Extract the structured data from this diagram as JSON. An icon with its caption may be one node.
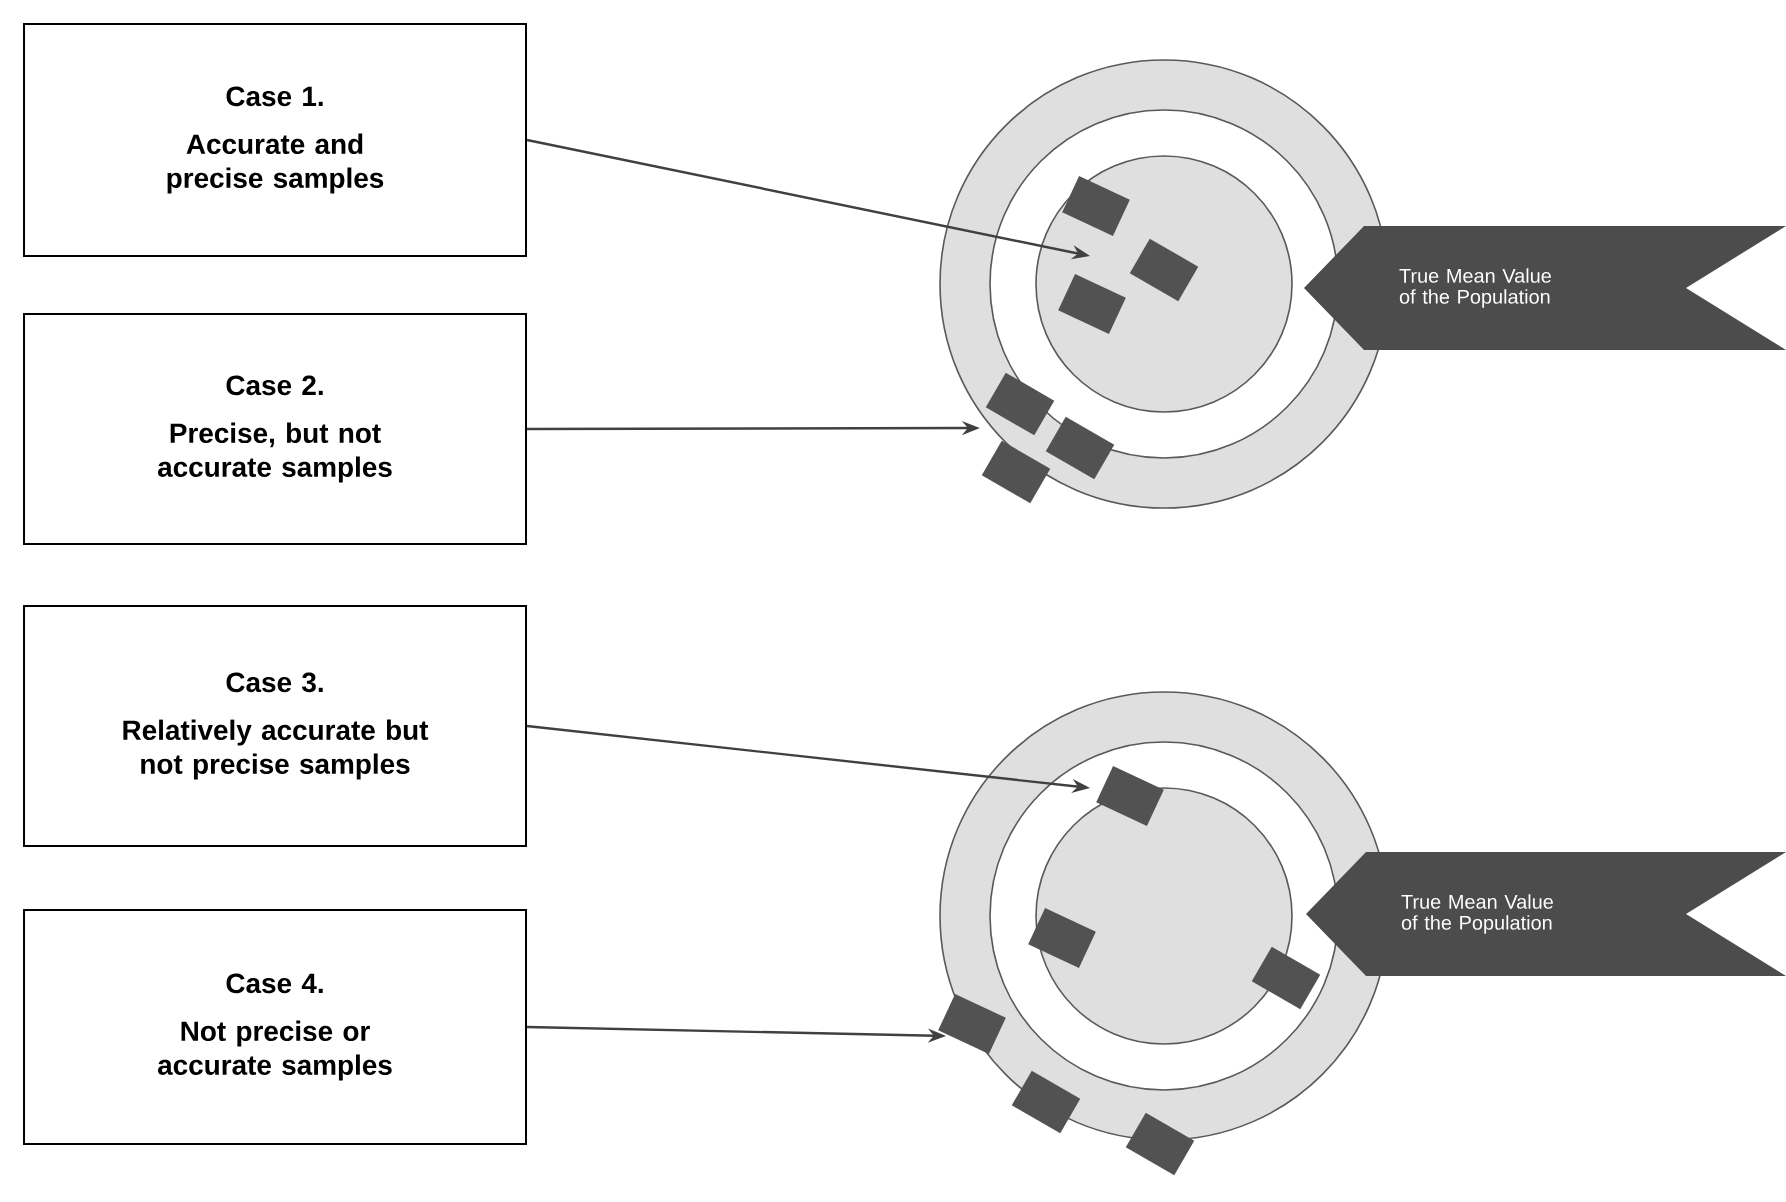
{
  "diagram": {
    "nodes": [
      {
        "text": [
          "Case 1.",
          "Accurate and precise samples"
        ]
      },
      {
        "text": [
          "Case 2.",
          "Precise, but not accurate samples"
        ]
      },
      {
        "text": [
          "Case 3.",
          "Relatively accurate but not precise samples"
        ]
      },
      {
        "text": [
          "Case 4.",
          "Not precise or accurate samples"
        ]
      },
      {
        "text": [
          "True Mean Value of the Population"
        ]
      },
      {
        "text": [
          "True Mean Value of the Population"
        ]
      },
      {
        "text": [],
        "shape": "picture"
      },
      {
        "text": [],
        "shape": "picture"
      }
    ],
    "edges": [
      {
        "from": 0,
        "to": 6,
        "arrow": "to"
      },
      {
        "from": 1,
        "to": 6,
        "arrow": "to"
      },
      {
        "from": 2,
        "to": 7,
        "arrow": "to"
      },
      {
        "from": 3,
        "to": 7,
        "arrow": "to"
      }
    ]
  }
}
